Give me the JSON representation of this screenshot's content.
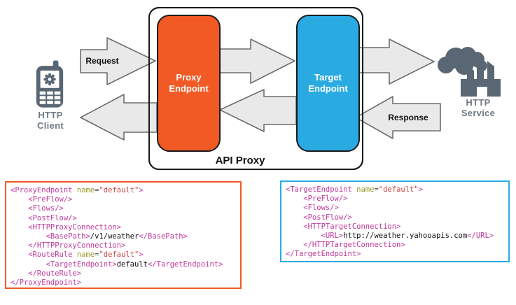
{
  "colors": {
    "proxy_orange": "#F15A24",
    "target_blue": "#29ABE2",
    "arrow_fill": "#E9E9E9",
    "arrow_stroke": "#6E6E6E",
    "icon_gray": "#596673",
    "code_tag": "#C0399D",
    "code_attr": "#99992E",
    "code_val": "#CC4444"
  },
  "diagram": {
    "http_client_label": "HTTP\nClient",
    "http_service_label": "HTTP\nService",
    "proxy_endpoint_label": "Proxy\nEndpoint",
    "target_endpoint_label": "Target\nEndpoint",
    "api_proxy_label": "API Proxy",
    "request_label": "Request",
    "response_label": "Response",
    "icons": [
      "mobile-client-icon",
      "factory-service-icon"
    ]
  },
  "code_blocks": [
    {
      "name": "proxy-endpoint-xml",
      "lines": [
        [
          [
            "tag",
            "<ProxyEndpoint"
          ],
          [
            "plain",
            " "
          ],
          [
            "attr",
            "name"
          ],
          [
            "eq",
            "="
          ],
          [
            "val",
            "\"default\""
          ],
          [
            "tag",
            ">"
          ]
        ],
        [
          [
            "tag",
            "    <PreFlow/>"
          ]
        ],
        [
          [
            "tag",
            "    <Flows/>"
          ]
        ],
        [
          [
            "tag",
            "    <PostFlow/>"
          ]
        ],
        [
          [
            "tag",
            "    <HTTPProxyConnection>"
          ]
        ],
        [
          [
            "tag",
            "        <BasePath>"
          ],
          [
            "text",
            "/v1/weather"
          ],
          [
            "tag",
            "</BasePath>"
          ]
        ],
        [
          [
            "tag",
            "    </HTTPProxyConnection>"
          ]
        ],
        [
          [
            "tag",
            "    <RouteRule"
          ],
          [
            "plain",
            " "
          ],
          [
            "attr",
            "name"
          ],
          [
            "eq",
            "="
          ],
          [
            "val",
            "\"default\""
          ],
          [
            "tag",
            ">"
          ]
        ],
        [
          [
            "tag",
            "        <TargetEndpoint>"
          ],
          [
            "text",
            "default"
          ],
          [
            "tag",
            "</TargetEndpoint>"
          ]
        ],
        [
          [
            "tag",
            "    </RouteRule>"
          ]
        ],
        [
          [
            "tag",
            "</ProxyEndpoint>"
          ]
        ]
      ]
    },
    {
      "name": "target-endpoint-xml",
      "lines": [
        [
          [
            "tag",
            "<TargetEndpoint"
          ],
          [
            "plain",
            " "
          ],
          [
            "attr",
            "name"
          ],
          [
            "eq",
            "="
          ],
          [
            "val",
            "\"default\""
          ],
          [
            "tag",
            ">"
          ]
        ],
        [
          [
            "tag",
            "    <PreFlow/>"
          ]
        ],
        [
          [
            "tag",
            "    <Flows/>"
          ]
        ],
        [
          [
            "tag",
            "    <PostFlow/>"
          ]
        ],
        [
          [
            "tag",
            "    <HTTPTargetConnection>"
          ]
        ],
        [
          [
            "tag",
            "        <URL>"
          ],
          [
            "text",
            "http://weather.yahooapis.com"
          ],
          [
            "tag",
            "</URL>"
          ]
        ],
        [
          [
            "tag",
            "    </HTTPTargetConnection>"
          ]
        ],
        [
          [
            "tag",
            "</TargetEndpoint>"
          ]
        ]
      ]
    }
  ]
}
